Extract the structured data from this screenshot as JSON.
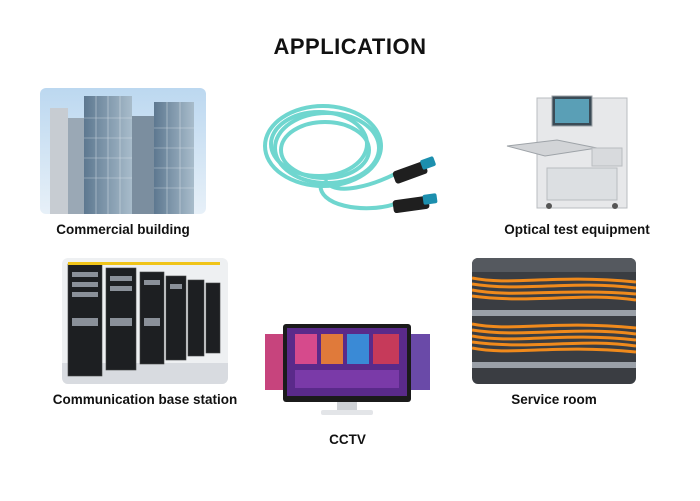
{
  "title": "APPLICATION",
  "items": [
    {
      "label": "Commercial building",
      "icon": "building-image"
    },
    {
      "label": "Optical test equipment",
      "icon": "test-equipment-image"
    },
    {
      "label": "Communication base station",
      "icon": "server-racks-image"
    },
    {
      "label": "Service room",
      "icon": "cable-tray-image"
    },
    {
      "label": "CCTV",
      "icon": "monitor-image"
    }
  ],
  "colors": {
    "cable": "#6fd6cf",
    "connector": "#1c8fae",
    "sky": "#9fc6e8",
    "orange_cable": "#f08a1c"
  }
}
